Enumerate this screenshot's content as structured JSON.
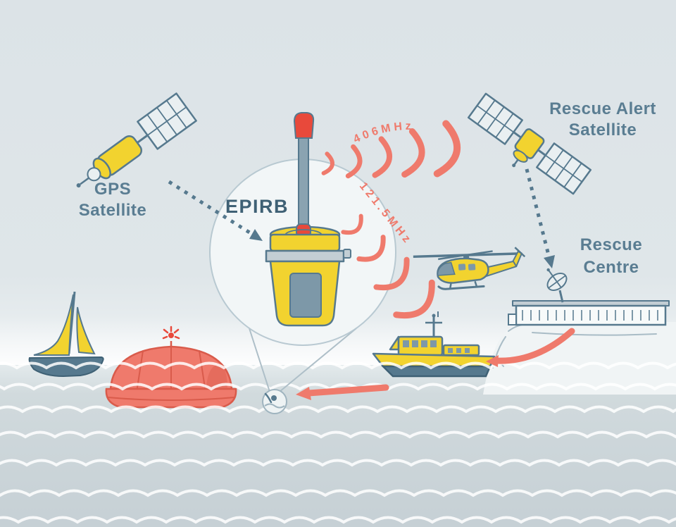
{
  "labels": {
    "gps_satellite_line1": "GPS",
    "gps_satellite_line2": "Satellite",
    "rescue_alert_line1": "Rescue Alert",
    "rescue_alert_line2": "Satellite",
    "epirb": "EPIRB",
    "freq_primary": "406MHz",
    "freq_secondary": "121.5MHz",
    "rescue_centre_line1": "Rescue",
    "rescue_centre_line2": "Centre"
  },
  "colors": {
    "yellow": "#f2d32f",
    "salmon": "#ef7a6c",
    "salmon-dark": "#d95b4b",
    "red": "#e8493b",
    "steel": "#56798e",
    "steel-dark": "#3f6175",
    "steel-mid": "#7d98a8",
    "steel-light": "#c3ced4",
    "steel-text": "#5a7d92",
    "panel-fill": "#e9eff1",
    "sky": "#dde4e8",
    "sea": "#cbd5d9",
    "cliff": "#f0f4f5",
    "circle-fill": "#f3f7f8",
    "wave": "#ffffff"
  }
}
